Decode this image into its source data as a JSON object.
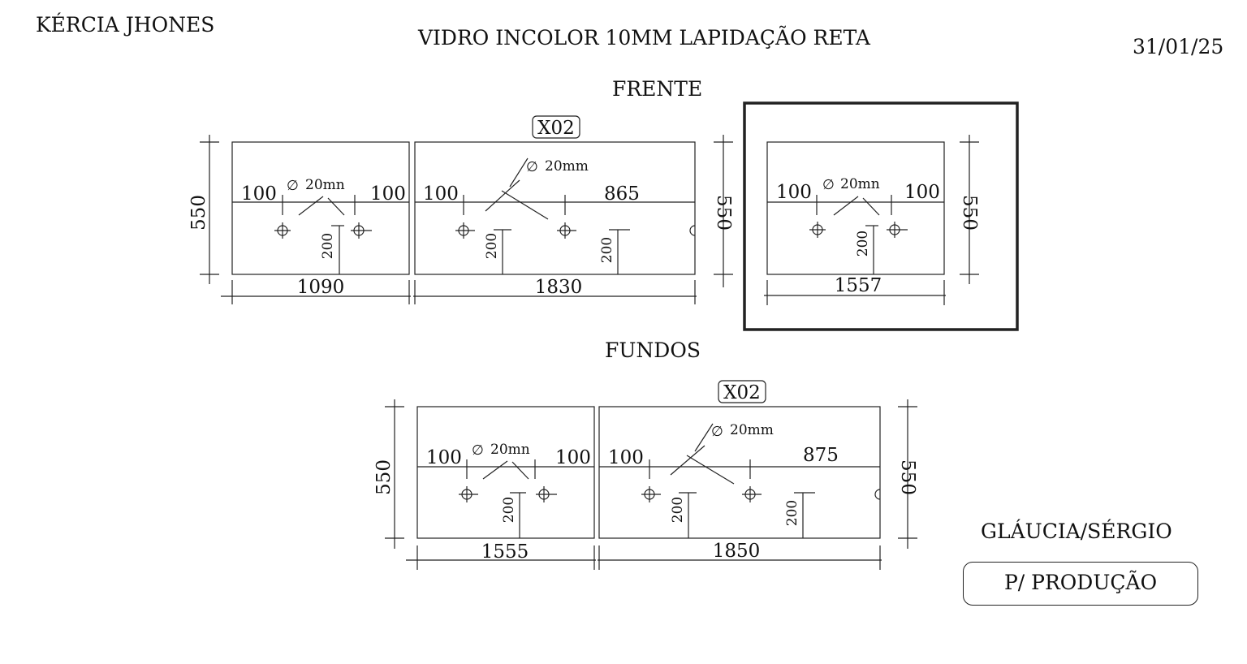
{
  "header": {
    "client": "KÉRCIA JHONES",
    "title": "VIDRO INCOLOR 10MM LAPIDAÇÃO RETA",
    "date": "31/01/25"
  },
  "sections": {
    "front": "FRENTE",
    "back": "FUNDOS"
  },
  "labels": {
    "qty": "X02",
    "hole": "20mm",
    "hole_trunc": "20mn",
    "h550": "550",
    "d100": "100",
    "d200": "200",
    "w1090": "1090",
    "w1830": "1830",
    "w1557": "1557",
    "w865": "865",
    "w1555": "1555",
    "w1850": "1850",
    "w875": "875"
  },
  "footer": {
    "approver": "GLÁUCIA/SÉRGIO",
    "status": "P/ PRODUÇÃO"
  }
}
